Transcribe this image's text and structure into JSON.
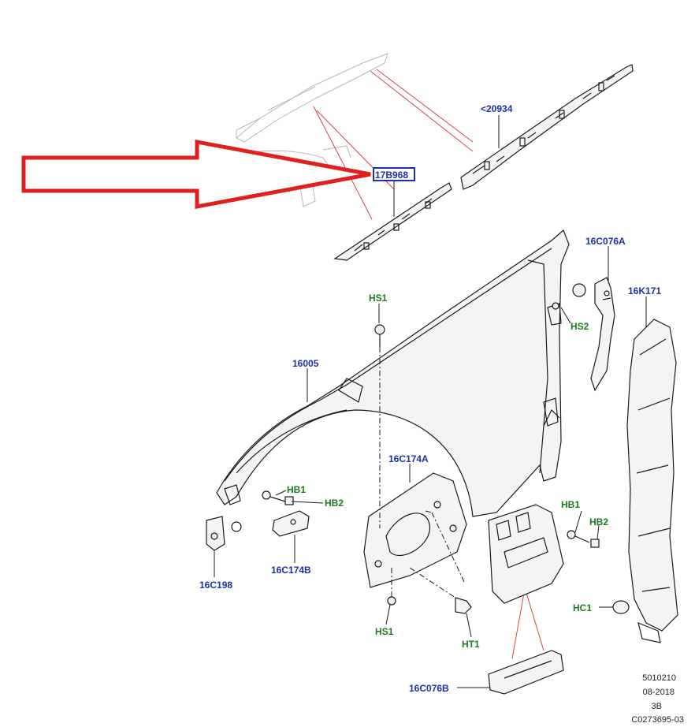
{
  "labels": {
    "l20934": "<20934",
    "l17B968": "17B968",
    "l16C076A": "16C076A",
    "l16K171": "16K171",
    "l16005": "16005",
    "l16C174A": "16C174A",
    "l16C198": "16C198",
    "l16C174B": "16C174B",
    "l16C076B": "16C076B",
    "lHS1a": "HS1",
    "lHS2": "HS2",
    "lHB1a": "HB1",
    "lHB2a": "HB2",
    "lHB1b": "HB1",
    "lHB2b": "HB2",
    "lHS1b": "HS1",
    "lHT1": "HT1",
    "lHC1": "HC1"
  },
  "footer": {
    "line1": "5010210",
    "line2": "08-2018",
    "line3": "3B",
    "line4": "C0273695-03"
  },
  "colors": {
    "part_label": "#1f2fa8",
    "fastener_label": "#1f7a1f",
    "arrow": "#e02020",
    "highlight_box": "#1f2fa8",
    "leader_red": "#d84545"
  }
}
